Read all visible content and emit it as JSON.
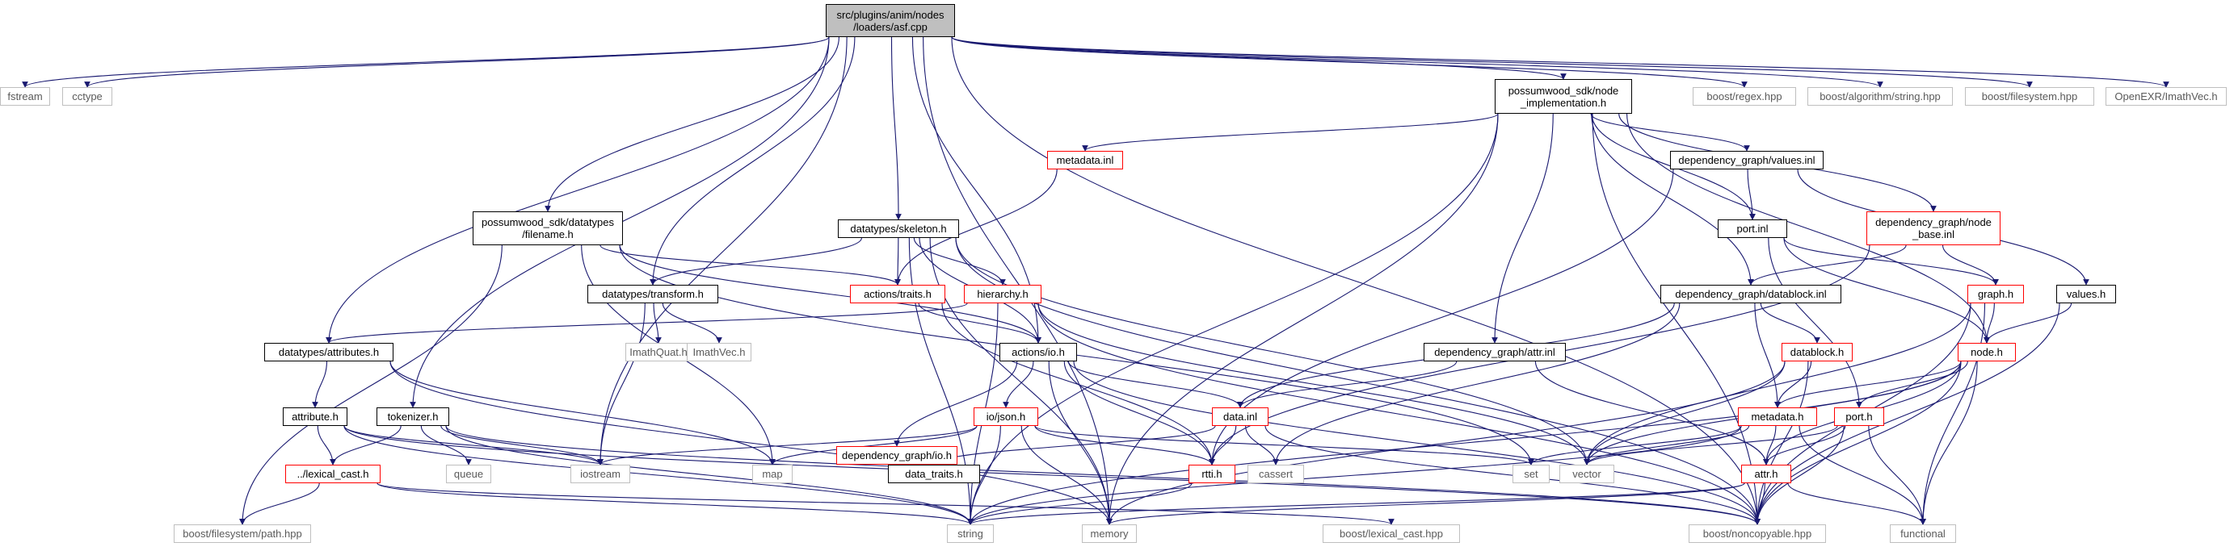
{
  "colors": {
    "edge": "#191970",
    "border": "#000000",
    "ref_border": "#ff0000",
    "ext_border": "#bfbfbf",
    "root_fill": "#bfbfbf"
  },
  "nodes": [
    {
      "id": "asf_cpp",
      "label": "src/plugins/anim/nodes\n/loaders/asf.cpp",
      "kind": "root"
    },
    {
      "id": "fstream",
      "label": "fstream",
      "kind": "ext"
    },
    {
      "id": "cctype",
      "label": "cctype",
      "kind": "ext"
    },
    {
      "id": "possum_node_impl",
      "label": "possumwood_sdk/node\n_implementation.h",
      "kind": "doc"
    },
    {
      "id": "boost_regex",
      "label": "boost/regex.hpp",
      "kind": "ext"
    },
    {
      "id": "boost_algo_string",
      "label": "boost/algorithm/string.hpp",
      "kind": "ext"
    },
    {
      "id": "boost_filesystem",
      "label": "boost/filesystem.hpp",
      "kind": "ext"
    },
    {
      "id": "openexr_imathvec",
      "label": "OpenEXR/ImathVec.h",
      "kind": "ext"
    },
    {
      "id": "metadata_inl",
      "label": "metadata.inl",
      "kind": "ref"
    },
    {
      "id": "dg_values_inl",
      "label": "dependency_graph/values.inl",
      "kind": "doc"
    },
    {
      "id": "dg_node_base_inl",
      "label": "dependency_graph/node\n_base.inl",
      "kind": "ref"
    },
    {
      "id": "possum_filename",
      "label": "possumwood_sdk/datatypes\n/filename.h",
      "kind": "doc"
    },
    {
      "id": "dt_skeleton",
      "label": "datatypes/skeleton.h",
      "kind": "doc"
    },
    {
      "id": "port_inl",
      "label": "port.inl",
      "kind": "doc"
    },
    {
      "id": "dt_transform",
      "label": "datatypes/transform.h",
      "kind": "doc"
    },
    {
      "id": "actions_traits",
      "label": "actions/traits.h",
      "kind": "ref"
    },
    {
      "id": "hierarchy_h",
      "label": "hierarchy.h",
      "kind": "ref"
    },
    {
      "id": "dg_datablock_inl",
      "label": "dependency_graph/datablock.inl",
      "kind": "doc"
    },
    {
      "id": "graph_h",
      "label": "graph.h",
      "kind": "ref"
    },
    {
      "id": "values_h",
      "label": "values.h",
      "kind": "doc"
    },
    {
      "id": "dt_attributes",
      "label": "datatypes/attributes.h",
      "kind": "doc"
    },
    {
      "id": "imathquat",
      "label": "ImathQuat.h",
      "kind": "ext"
    },
    {
      "id": "imathvec",
      "label": "ImathVec.h",
      "kind": "ext"
    },
    {
      "id": "actions_io",
      "label": "actions/io.h",
      "kind": "doc"
    },
    {
      "id": "dg_attr_inl",
      "label": "dependency_graph/attr.inl",
      "kind": "doc"
    },
    {
      "id": "datablock_h",
      "label": "datablock.h",
      "kind": "ref"
    },
    {
      "id": "node_h",
      "label": "node.h",
      "kind": "ref"
    },
    {
      "id": "attribute_h",
      "label": "attribute.h",
      "kind": "doc"
    },
    {
      "id": "tokenizer_h",
      "label": "tokenizer.h",
      "kind": "doc"
    },
    {
      "id": "dg_io_h",
      "label": "dependency_graph/io.h",
      "kind": "ref"
    },
    {
      "id": "io_json_h",
      "label": "io/json.h",
      "kind": "ref"
    },
    {
      "id": "data_inl",
      "label": "data.inl",
      "kind": "ref"
    },
    {
      "id": "metadata_h",
      "label": "metadata.h",
      "kind": "ref"
    },
    {
      "id": "port_h",
      "label": "port.h",
      "kind": "ref"
    },
    {
      "id": "lexical_cast_h",
      "label": "../lexical_cast.h",
      "kind": "ref"
    },
    {
      "id": "queue",
      "label": "queue",
      "kind": "ext"
    },
    {
      "id": "iostream",
      "label": "iostream",
      "kind": "ext"
    },
    {
      "id": "map",
      "label": "map",
      "kind": "ext"
    },
    {
      "id": "data_traits",
      "label": "data_traits.h",
      "kind": "doc"
    },
    {
      "id": "rtti_h",
      "label": "rtti.h",
      "kind": "ref"
    },
    {
      "id": "cassert",
      "label": "cassert",
      "kind": "ext"
    },
    {
      "id": "set",
      "label": "set",
      "kind": "ext"
    },
    {
      "id": "vector",
      "label": "vector",
      "kind": "ext"
    },
    {
      "id": "attr_h",
      "label": "attr.h",
      "kind": "ref"
    },
    {
      "id": "boost_fs_path",
      "label": "boost/filesystem/path.hpp",
      "kind": "ext"
    },
    {
      "id": "string",
      "label": "string",
      "kind": "ext"
    },
    {
      "id": "memory",
      "label": "memory",
      "kind": "ext"
    },
    {
      "id": "boost_lexical_cast",
      "label": "boost/lexical_cast.hpp",
      "kind": "ext"
    },
    {
      "id": "boost_noncopyable",
      "label": "boost/noncopyable.hpp",
      "kind": "ext"
    },
    {
      "id": "functional",
      "label": "functional",
      "kind": "ext"
    }
  ],
  "edges": [
    [
      "asf_cpp",
      "fstream"
    ],
    [
      "asf_cpp",
      "cctype"
    ],
    [
      "asf_cpp",
      "possum_node_impl"
    ],
    [
      "asf_cpp",
      "boost_regex"
    ],
    [
      "asf_cpp",
      "boost_algo_string"
    ],
    [
      "asf_cpp",
      "boost_filesystem"
    ],
    [
      "asf_cpp",
      "openexr_imathvec"
    ],
    [
      "asf_cpp",
      "possum_filename"
    ],
    [
      "asf_cpp",
      "dt_skeleton"
    ],
    [
      "asf_cpp",
      "dt_transform"
    ],
    [
      "asf_cpp",
      "dt_attributes"
    ],
    [
      "asf_cpp",
      "actions_io"
    ],
    [
      "asf_cpp",
      "tokenizer_h"
    ],
    [
      "asf_cpp",
      "iostream"
    ],
    [
      "asf_cpp",
      "boost_noncopyable"
    ],
    [
      "asf_cpp",
      "memory"
    ],
    [
      "possum_node_impl",
      "metadata_inl"
    ],
    [
      "possum_node_impl",
      "dg_values_inl"
    ],
    [
      "possum_node_impl",
      "dg_node_base_inl"
    ],
    [
      "possum_node_impl",
      "port_inl"
    ],
    [
      "possum_node_impl",
      "dg_datablock_inl"
    ],
    [
      "possum_node_impl",
      "dg_attr_inl"
    ],
    [
      "possum_node_impl",
      "node_h"
    ],
    [
      "possum_node_impl",
      "string"
    ],
    [
      "possum_node_impl",
      "memory"
    ],
    [
      "possum_node_impl",
      "boost_noncopyable"
    ],
    [
      "metadata_inl",
      "actions_traits"
    ],
    [
      "dg_values_inl",
      "port_inl"
    ],
    [
      "dg_values_inl",
      "values_h"
    ],
    [
      "dg_values_inl",
      "rtti_h"
    ],
    [
      "dg_node_base_inl",
      "graph_h"
    ],
    [
      "dg_node_base_inl",
      "dg_datablock_inl"
    ],
    [
      "dg_node_base_inl",
      "rtti_h"
    ],
    [
      "possum_filename",
      "actions_traits"
    ],
    [
      "possum_filename",
      "actions_io"
    ],
    [
      "possum_filename",
      "boost_fs_path"
    ],
    [
      "possum_filename",
      "map"
    ],
    [
      "possum_filename",
      "set"
    ],
    [
      "dt_skeleton",
      "dt_transform"
    ],
    [
      "dt_skeleton",
      "actions_traits"
    ],
    [
      "dt_skeleton",
      "hierarchy_h"
    ],
    [
      "dt_skeleton",
      "actions_io"
    ],
    [
      "dt_skeleton",
      "string"
    ],
    [
      "dt_skeleton",
      "memory"
    ],
    [
      "dt_skeleton",
      "vector"
    ],
    [
      "dt_skeleton",
      "boost_noncopyable"
    ],
    [
      "port_inl",
      "graph_h"
    ],
    [
      "port_inl",
      "node_h"
    ],
    [
      "port_inl",
      "port_h"
    ],
    [
      "dt_transform",
      "imathquat"
    ],
    [
      "dt_transform",
      "imathvec"
    ],
    [
      "dt_transform",
      "iostream"
    ],
    [
      "actions_traits",
      "actions_io"
    ],
    [
      "actions_traits",
      "rtti_h"
    ],
    [
      "hierarchy_h",
      "dt_attributes"
    ],
    [
      "hierarchy_h",
      "string"
    ],
    [
      "hierarchy_h",
      "vector"
    ],
    [
      "hierarchy_h",
      "boost_noncopyable"
    ],
    [
      "dg_datablock_inl",
      "datablock_h"
    ],
    [
      "dg_datablock_inl",
      "metadata_h"
    ],
    [
      "dg_datablock_inl",
      "data_inl"
    ],
    [
      "dg_datablock_inl",
      "cassert"
    ],
    [
      "graph_h",
      "node_h"
    ],
    [
      "graph_h",
      "boost_noncopyable"
    ],
    [
      "graph_h",
      "functional"
    ],
    [
      "graph_h",
      "vector"
    ],
    [
      "values_h",
      "node_h"
    ],
    [
      "values_h",
      "boost_noncopyable"
    ],
    [
      "dt_attributes",
      "attribute_h"
    ],
    [
      "dt_attributes",
      "map"
    ],
    [
      "dt_attributes",
      "memory"
    ],
    [
      "actions_io",
      "dg_io_h"
    ],
    [
      "actions_io",
      "io_json_h"
    ],
    [
      "actions_io",
      "data_inl"
    ],
    [
      "actions_io",
      "rtti_h"
    ],
    [
      "actions_io",
      "boost_noncopyable"
    ],
    [
      "actions_io",
      "memory"
    ],
    [
      "dg_attr_inl",
      "data_inl"
    ],
    [
      "dg_attr_inl",
      "attr_h"
    ],
    [
      "datablock_h",
      "metadata_h"
    ],
    [
      "datablock_h",
      "vector"
    ],
    [
      "datablock_h",
      "boost_noncopyable"
    ],
    [
      "datablock_h",
      "memory"
    ],
    [
      "node_h",
      "metadata_h"
    ],
    [
      "node_h",
      "port_h"
    ],
    [
      "node_h",
      "attr_h"
    ],
    [
      "node_h",
      "vector"
    ],
    [
      "node_h",
      "functional"
    ],
    [
      "node_h",
      "boost_noncopyable"
    ],
    [
      "node_h",
      "string"
    ],
    [
      "attribute_h",
      "lexical_cast_h"
    ],
    [
      "attribute_h",
      "iostream"
    ],
    [
      "attribute_h",
      "string"
    ],
    [
      "attribute_h",
      "boost_noncopyable"
    ],
    [
      "tokenizer_h",
      "lexical_cast_h"
    ],
    [
      "tokenizer_h",
      "queue"
    ],
    [
      "tokenizer_h",
      "iostream"
    ],
    [
      "tokenizer_h",
      "string"
    ],
    [
      "tokenizer_h",
      "boost_noncopyable"
    ],
    [
      "io_json_h",
      "iostream"
    ],
    [
      "io_json_h",
      "map"
    ],
    [
      "io_json_h",
      "rtti_h"
    ],
    [
      "io_json_h",
      "memory"
    ],
    [
      "io_json_h",
      "string"
    ],
    [
      "io_json_h",
      "set"
    ],
    [
      "data_inl",
      "data_traits"
    ],
    [
      "data_inl",
      "rtti_h"
    ],
    [
      "data_inl",
      "cassert"
    ],
    [
      "data_inl",
      "boost_noncopyable"
    ],
    [
      "metadata_h",
      "attr_h"
    ],
    [
      "metadata_h",
      "set"
    ],
    [
      "metadata_h",
      "vector"
    ],
    [
      "metadata_h",
      "string"
    ],
    [
      "metadata_h",
      "functional"
    ],
    [
      "port_h",
      "attr_h"
    ],
    [
      "port_h",
      "vector"
    ],
    [
      "port_h",
      "boost_noncopyable"
    ],
    [
      "port_h",
      "functional"
    ],
    [
      "lexical_cast_h",
      "boost_fs_path"
    ],
    [
      "lexical_cast_h",
      "string"
    ],
    [
      "lexical_cast_h",
      "boost_lexical_cast"
    ],
    [
      "rtti_h",
      "string"
    ],
    [
      "attr_h",
      "string"
    ],
    [
      "attr_h",
      "boost_noncopyable"
    ],
    [
      "attr_h",
      "functional"
    ],
    [
      "attr_h",
      "memory"
    ]
  ]
}
